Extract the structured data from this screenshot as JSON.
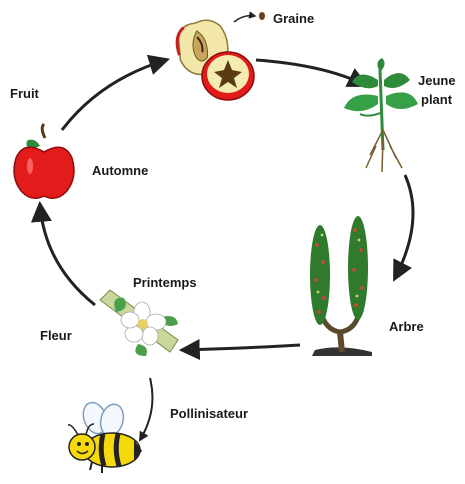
{
  "labels": {
    "graine": "Graine",
    "jeune_line1": "Jeune",
    "jeune_line2": "plant",
    "arbre": "Arbre",
    "printemps": "Printemps",
    "fleur": "Fleur",
    "pollinisateur": "Pollinisateur",
    "fruit": "Fruit",
    "automne": "Automne"
  },
  "colors": {
    "arrow": "#222222",
    "apple_red": "#e31b1b",
    "leaf_green": "#2e8b3a",
    "trunk_brown": "#5b4a2e",
    "bee_yellow": "#f5d90a"
  }
}
